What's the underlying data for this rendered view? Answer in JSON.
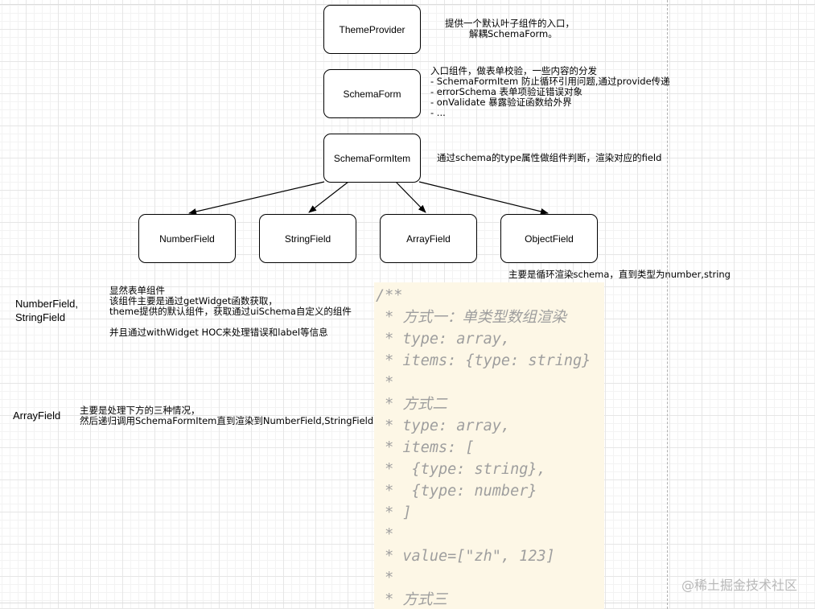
{
  "nodes": {
    "theme_provider": "ThemeProvider",
    "schema_form": "SchemaForm",
    "schema_form_item": "SchemaFormItem",
    "number_field": "NumberField",
    "string_field": "StringField",
    "array_field": "ArrayField",
    "object_field": "ObjectField"
  },
  "notes": {
    "theme_provider": [
      "提供一个默认叶子组件的入口，",
      "解耦SchemaForm。"
    ],
    "schema_form": [
      "入口组件，做表单校验，一些内容的分发",
      "- SchemaFormItem 防止循环引用问题,通过provide传递",
      "- errorSchema 表单项验证错误对象",
      "- onValidate 暴露验证函数给外界",
      "- ..."
    ],
    "schema_form_item": "通过schema的type属性做组件判断，渲染对应的field",
    "object_field": "主要是循环渲染schema，直到类型为number,string",
    "number_string": [
      "显然表单组件",
      "该组件主要是通过getWidget函数获取，",
      "theme提供的默认组件，获取通过uiSchema自定义的组件",
      "",
      "并且通过withWidget HOC来处理错误和label等信息"
    ],
    "array_field": [
      "主要是处理下方的三种情况，",
      "然后递归调用SchemaFormItem直到渲染到NumberField,StringField"
    ]
  },
  "labels": {
    "number_string": [
      "NumberField,",
      "StringField"
    ],
    "array_field": "ArrayField"
  },
  "code_lines": [
    "/**",
    " * 方式一：单类型数组渲染",
    " * type: array,",
    " * items: {type: string}",
    " *",
    " * 方式二",
    " * type: array,",
    " * items: [",
    " *  {type: string},",
    " *  {type: number}",
    " * ]",
    " *",
    " * value=[\"zh\", 123]",
    " *",
    " * 方式三"
  ],
  "watermark": "@稀土掘金技术社区"
}
